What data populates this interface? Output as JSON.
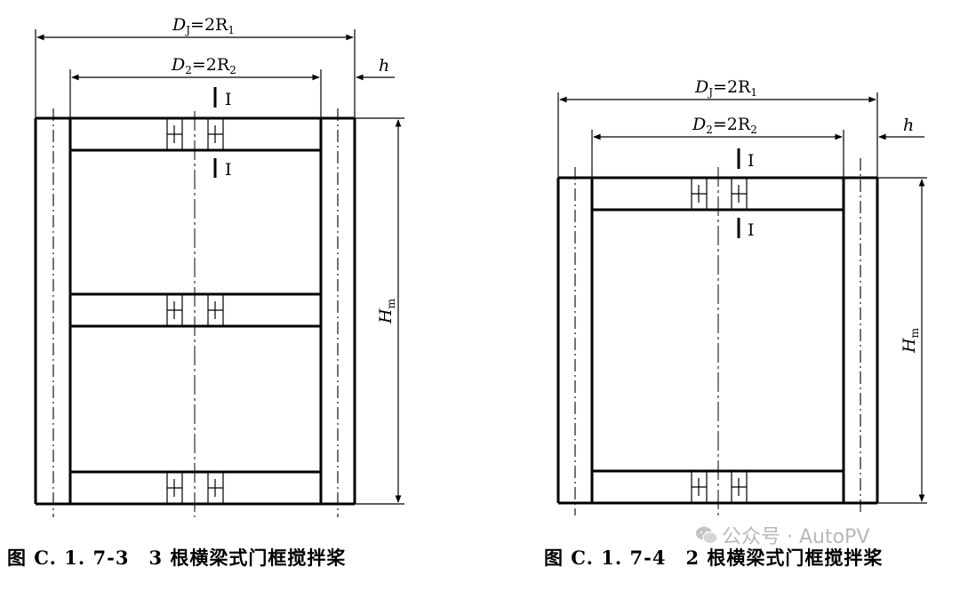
{
  "diagram_left": {
    "dim_outer_label": "D",
    "dim_outer_sub": "J",
    "dim_outer_value": "=2R",
    "dim_outer_value_sub": "1",
    "dim_inner_label": "D",
    "dim_inner_sub": "2",
    "dim_inner_value": "=2R",
    "dim_inner_value_sub": "2",
    "h_label": "h",
    "height_label": "H",
    "height_sub": "m",
    "section_mark": "I"
  },
  "diagram_right": {
    "dim_outer_label": "D",
    "dim_outer_sub": "J",
    "dim_outer_value": "=2R",
    "dim_outer_value_sub": "1",
    "dim_inner_label": "D",
    "dim_inner_sub": "2",
    "dim_inner_value": "=2R",
    "dim_inner_value_sub": "2",
    "h_label": "h",
    "height_label": "H",
    "height_sub": "m",
    "section_mark": "I"
  },
  "captions": {
    "left": "图 C. 1. 7-3　3 根横梁式门框搅拌桨",
    "right": "图 C. 1. 7-4　2 根横梁式门框搅拌桨"
  },
  "watermark": "公众号 · AutoPV",
  "colors": {
    "line": "#000000",
    "watermark": "#b8b8b8"
  }
}
